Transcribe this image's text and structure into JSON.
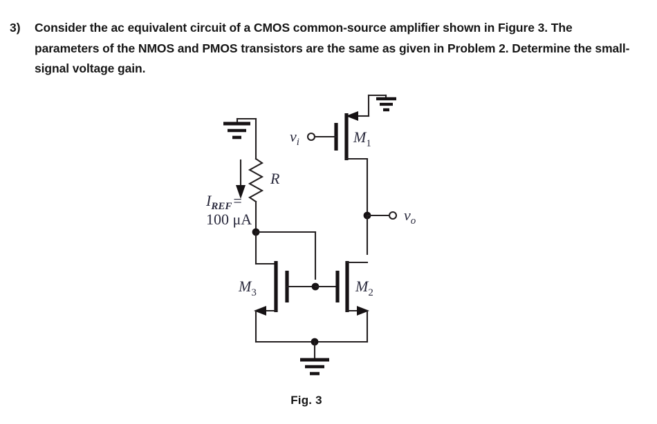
{
  "question": {
    "number": "3)",
    "text": "Consider the ac equivalent circuit of a CMOS common-source amplifier shown in Figure 3. The parameters of the NMOS and PMOS transistors are the same as given in Problem 2. Determine the small-signal voltage gain."
  },
  "figure": {
    "caption": "Fig. 3",
    "labels": {
      "resistor": "R",
      "iref_name": "I",
      "iref_sub": "REF",
      "iref_eq": "=",
      "iref_value": "100 μA",
      "input_v": "v",
      "input_sub": "i",
      "output_v": "v",
      "output_sub": "o",
      "m1": "M",
      "m1_sub": "1",
      "m2": "M",
      "m2_sub": "2",
      "m3": "M",
      "m3_sub": "3"
    },
    "icons": {
      "ground_top_left": "ground-icon",
      "ground_top_right": "ground-icon",
      "ground_bottom": "ground-icon",
      "resistor": "resistor-zigzag-icon",
      "current_arrow": "current-direction-arrow-icon",
      "pmos_m1": "pmos-transistor-icon",
      "nmos_m2": "nmos-transistor-icon",
      "nmos_m3": "nmos-transistor-icon",
      "input_terminal": "open-terminal-icon",
      "output_terminal": "open-terminal-icon"
    },
    "colors": {
      "wire": "#231f20",
      "label": "#2a2a3d",
      "text": "#161616",
      "background": "#ffffff"
    }
  }
}
